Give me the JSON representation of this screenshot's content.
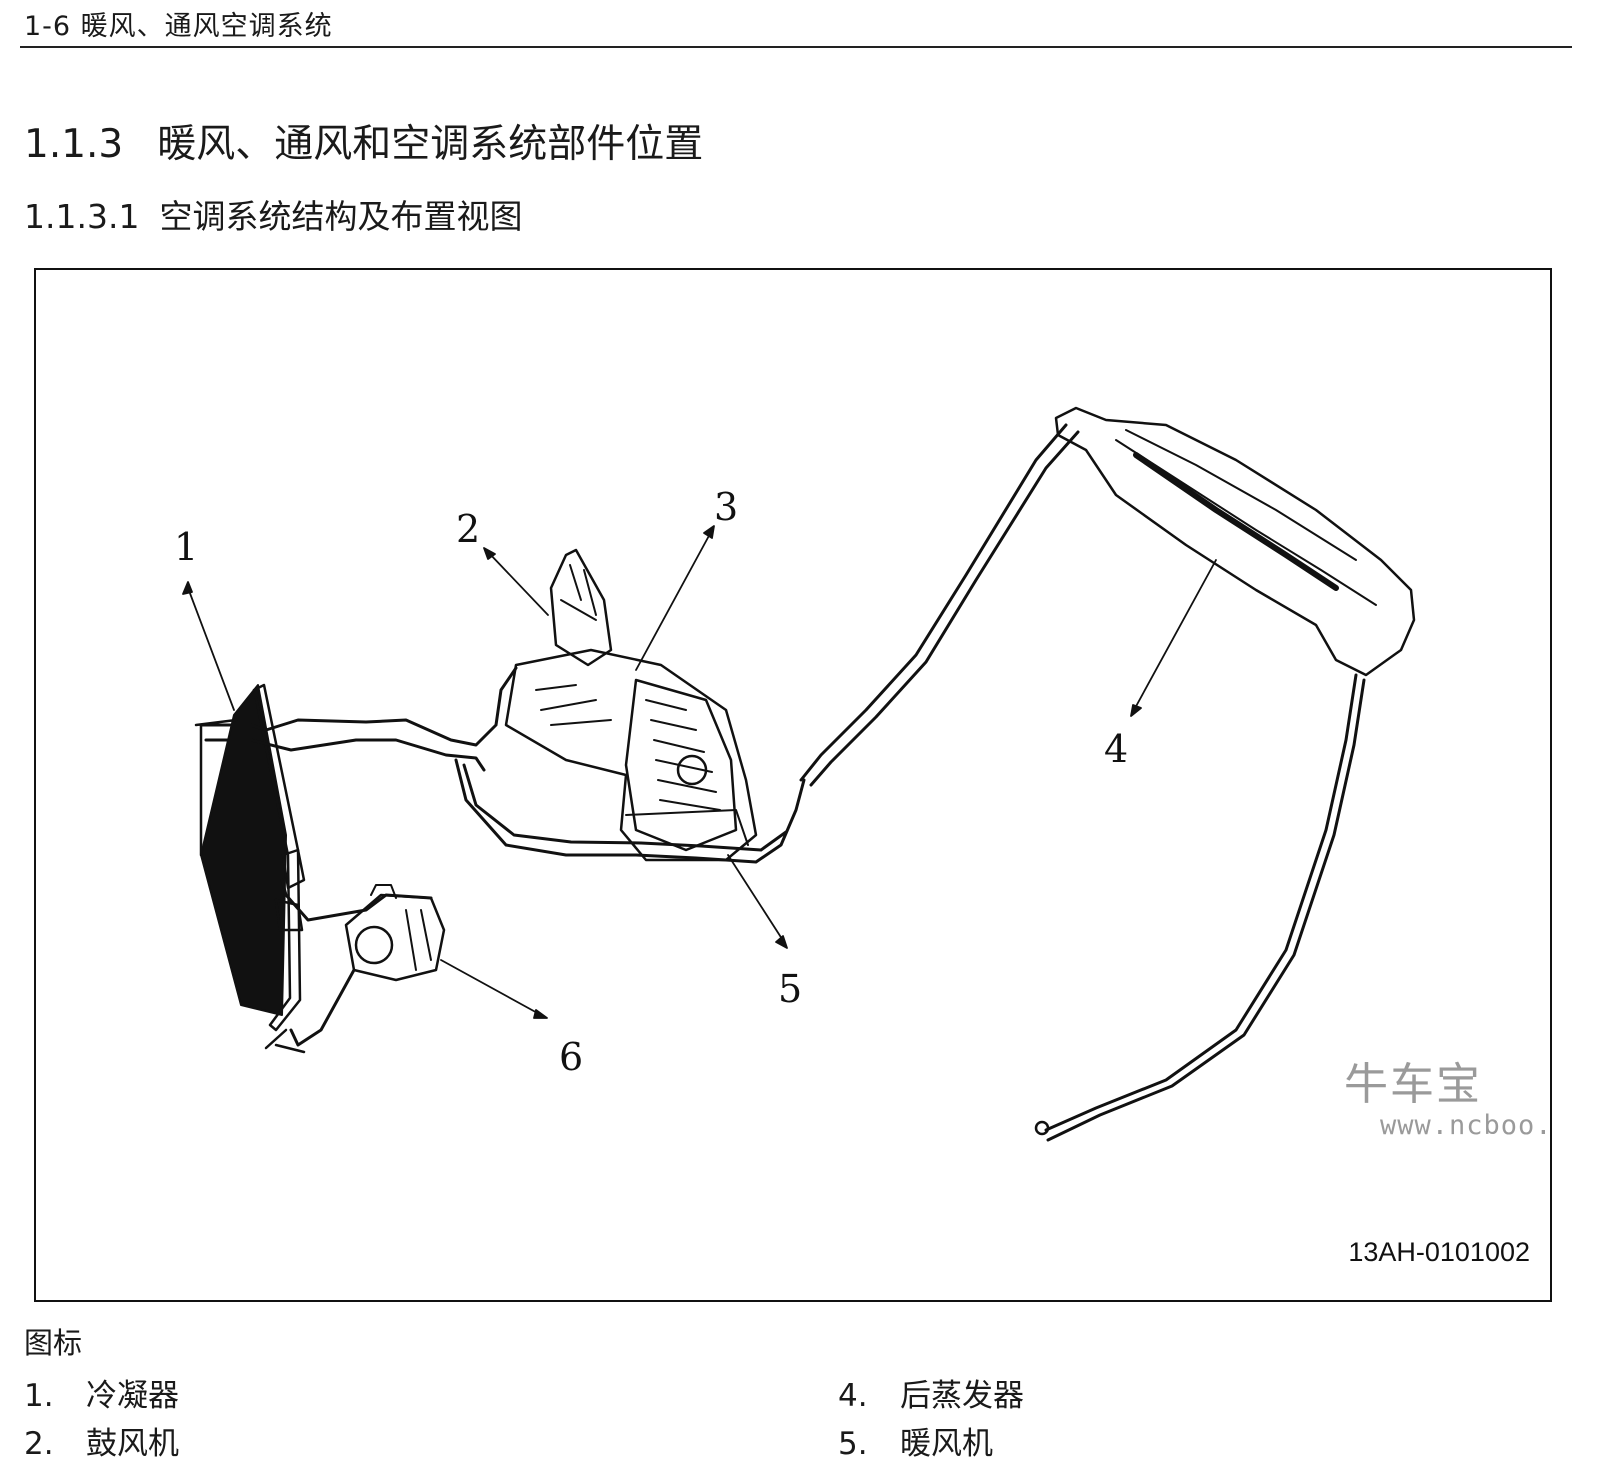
{
  "header": {
    "running_title": "1-6 暖风、通风空调系统"
  },
  "section": {
    "number": "1.1.3",
    "title": "暖风、通风和空调系统部件位置"
  },
  "subsection": {
    "number": "1.1.3.1",
    "title": "空调系统结构及布置视图"
  },
  "figure": {
    "callouts": [
      "1",
      "2",
      "3",
      "4",
      "5",
      "6"
    ],
    "figure_code": "13AH-0101002",
    "watermark_logo": "牛车宝",
    "watermark_url": "www.ncboo.com"
  },
  "legend": {
    "heading": "图标",
    "items": [
      {
        "index": "1.",
        "label": "冷凝器"
      },
      {
        "index": "2.",
        "label": "鼓风机"
      },
      {
        "index": "4.",
        "label": "后蒸发器"
      },
      {
        "index": "5.",
        "label": "暖风机"
      }
    ]
  }
}
